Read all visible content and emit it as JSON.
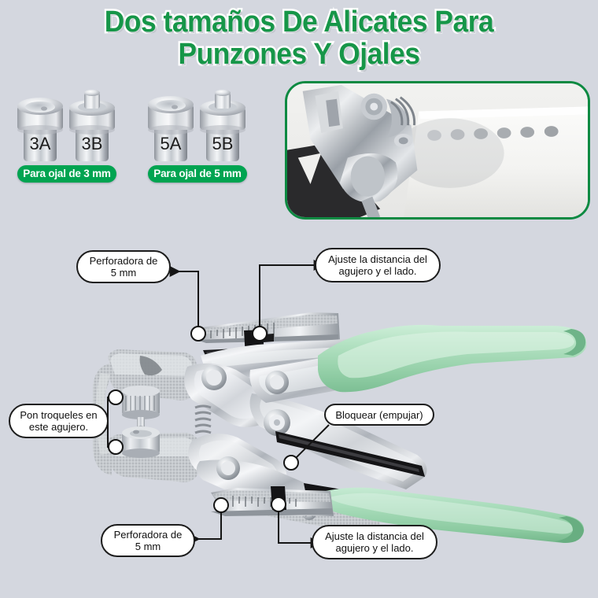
{
  "meta": {
    "background_color": "#d4d7df",
    "brand_green": "#00a451",
    "title_green": "#169648",
    "handle_green": "#a5d6b3"
  },
  "title": {
    "line1": "Dos tamaños De Alicates Para",
    "line2": "Punzones Y Ojales"
  },
  "dies": {
    "items": [
      {
        "label": "3A",
        "type": "concave-die"
      },
      {
        "label": "3B",
        "type": "pin-die"
      },
      {
        "label": "5A",
        "type": "concave-die"
      },
      {
        "label": "5B",
        "type": "pin-die"
      }
    ],
    "badges": [
      {
        "text": "Para ojal de 3 mm"
      },
      {
        "text": "Para ojal de 5 mm"
      }
    ]
  },
  "photo": {
    "alt": "Alicate perforando agujeros en una tira blanca",
    "hole_count": 6,
    "border_color": "#0d8a42"
  },
  "callouts": [
    {
      "id": "punch-top",
      "line1": "Perforadora de",
      "line2": "5 mm"
    },
    {
      "id": "adjust-top",
      "line1": "Ajuste la distancia del",
      "line2": "agujero y el lado."
    },
    {
      "id": "die-hole",
      "line1": "Pon troqueles en",
      "line2": "este agujero."
    },
    {
      "id": "lock",
      "line1": "Bloquear (empujar)",
      "line2": ""
    },
    {
      "id": "punch-bottom",
      "line1": "Perforadora de",
      "line2": "5 mm"
    },
    {
      "id": "adjust-bottom",
      "line1": "Ajuste la distancia del",
      "line2": "agujero y el lado."
    }
  ]
}
